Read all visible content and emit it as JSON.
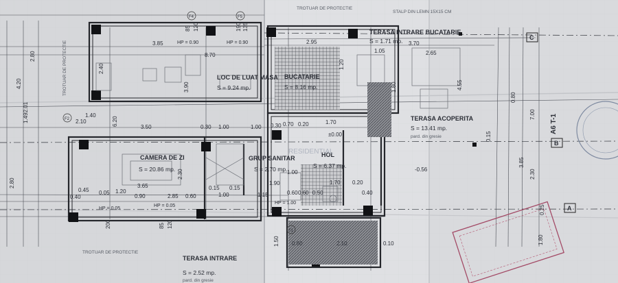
{
  "rooms": {
    "loc_de_luat_masa": {
      "name": "LOC DE LUAT MASA",
      "area": "S = 9.24 mp."
    },
    "bucatarie": {
      "name": "BUCATARIE",
      "area": "S = 8.16 mp."
    },
    "terasa_intrare_bucatarie": {
      "name": "TERASA INTRARE BUCATARIE",
      "area": "S = 1.71 mp."
    },
    "terasa_acoperita": {
      "name": "TERASA ACOPERITA",
      "area": "S = 13.41 mp.",
      "finish": "pard. din gresie"
    },
    "camera_de_zi": {
      "name": "CAMERA DE ZI",
      "area": "S = 20.86 mp."
    },
    "grup_sanitar": {
      "name": "GRUP SANITAR",
      "area": "S = 2.70 mp."
    },
    "hol": {
      "name": "HOL",
      "area": "S = 6.37 mp."
    },
    "terasa_intrare": {
      "name": "TERASA INTRARE",
      "area": "S = 2.52 mp.",
      "finish": "pard. din gresie"
    }
  },
  "notes": {
    "trotuar_top": "TROTUAR DE PROTECTIE",
    "trotuar_bottom": "TROTUAR DE PROTECTIE",
    "trotuar_left": "TROTUAR DE PROTECTIE",
    "stalp": "STALP DIN LEMN 15X15 CM",
    "watermark": "RESIDENTIAL"
  },
  "axes": {
    "a": "A",
    "b": "B",
    "c": "C",
    "section": "A6 T-1",
    "f2": "F2",
    "f4": "F4",
    "f5": "F5",
    "f1": "F1"
  },
  "hp": {
    "hp1": "HP = 0.90",
    "hp2": "HP = 0.90",
    "hp3": "HP = 0.05",
    "hp4": "HP = 0.05",
    "hp5": "HP = 1.00"
  },
  "dims": {
    "d385": "3.85",
    "d870": "8.70",
    "d295": "2.95",
    "d370": "3.70",
    "d105": "1.05",
    "d265": "2.65",
    "d350": "3.50",
    "d030a": "0.30",
    "d100a": "1.00",
    "d100b": "1.00",
    "d030b": "0.30",
    "d070": "0.70",
    "d020a": "0.20",
    "d170a": "1.70",
    "d365": "3.65",
    "d090": "0.90",
    "d285": "2.85",
    "d060": "0.60",
    "d100c": "1.00",
    "d115": "1.15",
    "d050a": "0.50",
    "d170b": "1.70",
    "d020b": "0.20",
    "d040a": "0.40",
    "d040b": "0.40",
    "d045": "0.45",
    "d210": "2.10",
    "d010": "0.10",
    "d060b": "0.60",
    "d150": "1.50",
    "d190": "1.90",
    "v420": "4.20",
    "v280": "2.80",
    "v1492": "1.492.01",
    "v240": "2.40",
    "v620": "6.20",
    "v280b": "2.80",
    "v390": "3.90",
    "v230": "2.30",
    "v700": "7.00",
    "v385": "3.85",
    "v230b": "2.30",
    "v455": "4.55",
    "v120": "1.20",
    "v080": "0.80",
    "v025": "0.25",
    "v180": "1.80",
    "v015": "0.15",
    "v180b": "1.80",
    "t140": "1.40",
    "t210": "2.10",
    "e000": "±0.00",
    "e056": "-0.56",
    "d085": "85",
    "d120": "120",
    "d190b": "190",
    "d135": "135",
    "d200": "200",
    "d085b": "85",
    "d120b": "120",
    "d005": "0.05",
    "d120c": "1.20",
    "d060c": "0.60",
    "d015": "0.15",
    "d015b": "0.15",
    "d060d": "0.60",
    "d100d": "1.00"
  }
}
